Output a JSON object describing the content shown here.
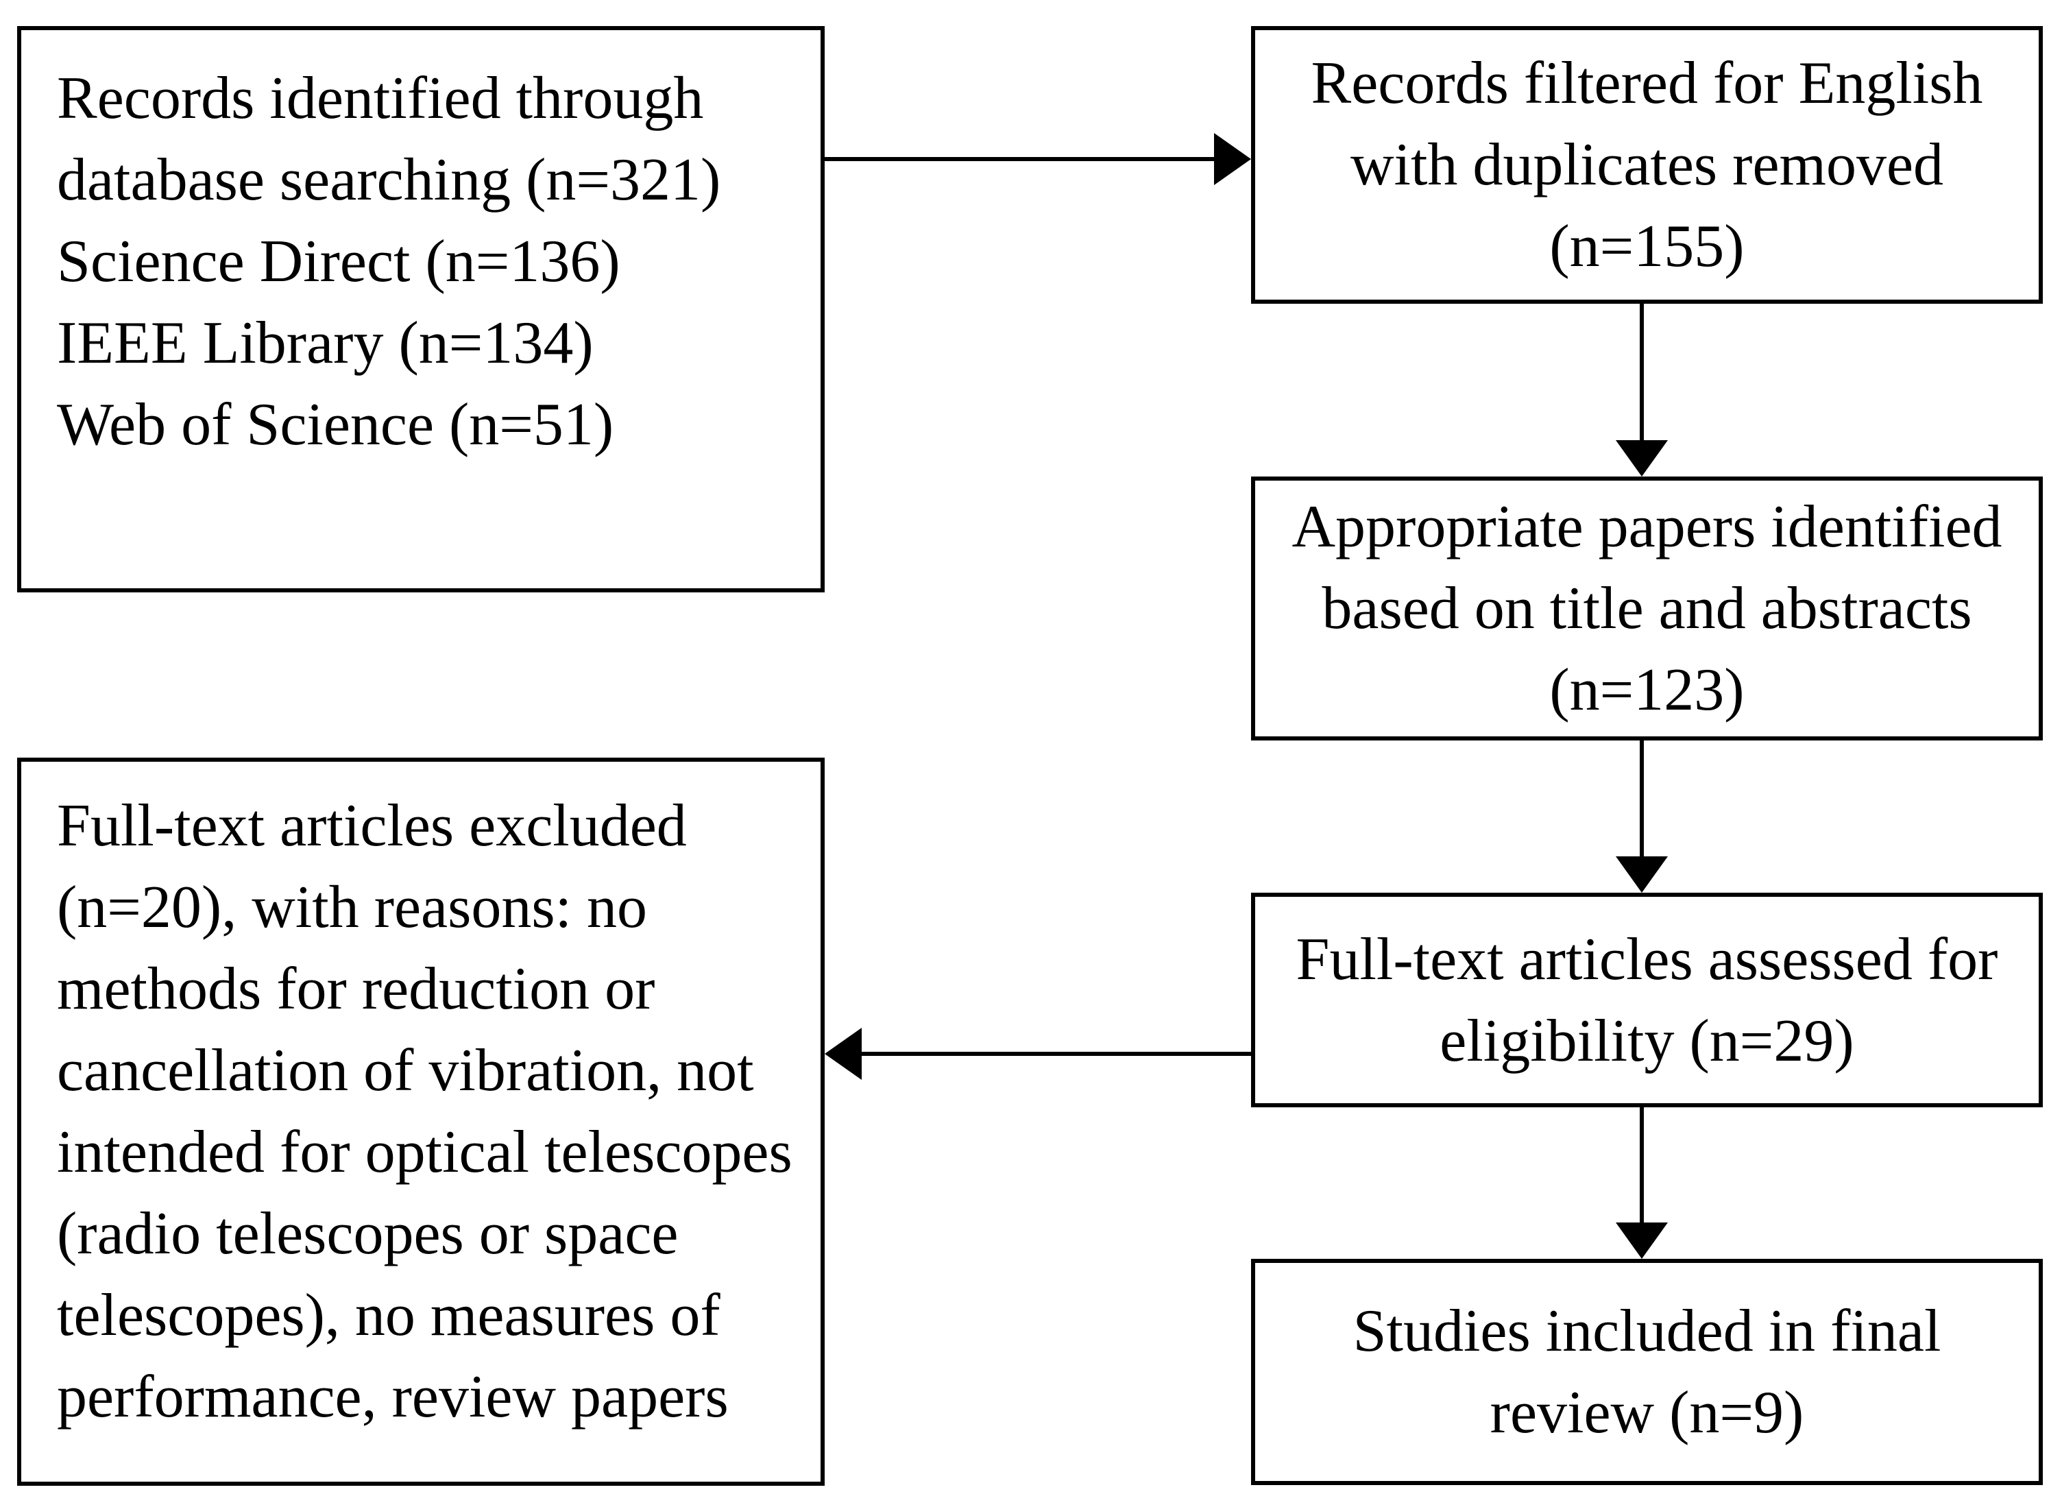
{
  "style": {
    "background_color": "#ffffff",
    "box_background_color": "#ffffff",
    "border_color": "#000000",
    "text_color": "#000000"
  },
  "flow": {
    "identification": {
      "lines": [
        "Records identified through",
        "database searching (n=321)",
        "Science Direct (n=136)",
        "IEEE Library (n=134)",
        "Web of Science (n=51)"
      ]
    },
    "filtering": {
      "lines": [
        "Records filtered for English",
        "with duplicates removed",
        "(n=155)"
      ]
    },
    "screening": {
      "lines": [
        "Appropriate papers identified",
        "based on title and abstracts",
        "(n=123)"
      ]
    },
    "eligibility": {
      "lines": [
        "Full-text articles assessed for",
        "eligibility (n=29)"
      ]
    },
    "included": {
      "lines": [
        "Studies included in final",
        "review (n=9)"
      ]
    },
    "excluded": {
      "lines": [
        "Full-text articles excluded",
        "(n=20), with reasons: no",
        "methods for reduction or",
        "cancellation of vibration, not",
        "intended for optical telescopes",
        "(radio telescopes or space",
        "telescopes), no measures of",
        "performance, review papers"
      ]
    }
  }
}
